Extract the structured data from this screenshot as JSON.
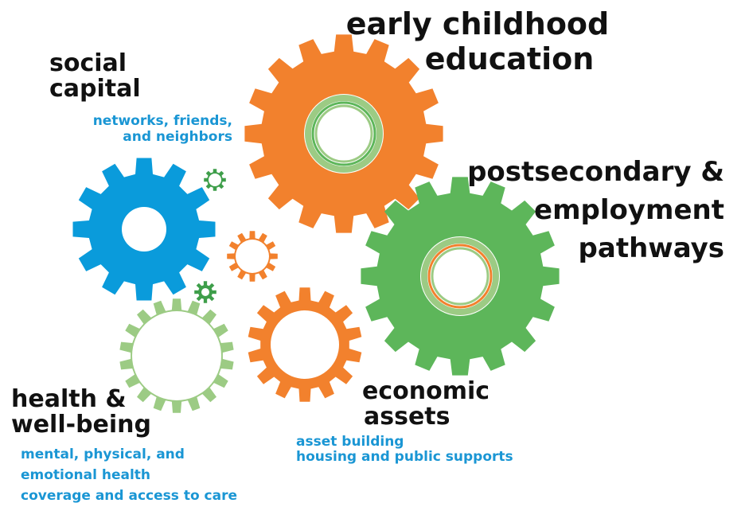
{
  "colors": {
    "orange": "#F2812D",
    "green": "#5DB65A",
    "light_green": "#9CCB84",
    "blue": "#0A9BDB",
    "dark_green": "#3E9E4A",
    "subtext_blue": "#1A96D4",
    "heading": "#111111"
  },
  "labels": {
    "early_childhood": {
      "lines": [
        "early childhood",
        "education"
      ]
    },
    "social_capital": {
      "lines": [
        "social",
        "capital"
      ],
      "sub": [
        "networks, friends,",
        "and neighbors"
      ]
    },
    "postsecondary": {
      "lines": [
        "postsecondary &",
        "employment",
        "pathways"
      ]
    },
    "economic_assets": {
      "lines": [
        "economic",
        "assets"
      ],
      "sub": [
        "asset building",
        "housing and public supports"
      ]
    },
    "health": {
      "lines": [
        "health &",
        "well-being"
      ],
      "sub": [
        "mental, physical, and",
        "emotional health",
        "coverage and access to care"
      ]
    }
  },
  "gears": [
    {
      "name": "early-childhood-gear-icon",
      "color": "orange",
      "style": "ringed"
    },
    {
      "name": "postsecondary-gear-icon",
      "color": "green",
      "style": "ringed"
    },
    {
      "name": "social-capital-gear-icon",
      "color": "blue",
      "style": "solid"
    },
    {
      "name": "economic-assets-gear-icon",
      "color": "orange",
      "style": "solid"
    },
    {
      "name": "health-gear-icon",
      "color": "light_green",
      "style": "outline"
    },
    {
      "name": "small-orange-gear-icon",
      "color": "orange",
      "style": "solid"
    },
    {
      "name": "tiny-green-outline-gear-icon",
      "color": "dark_green",
      "style": "outline"
    },
    {
      "name": "tiny-green-gear-icon",
      "color": "dark_green",
      "style": "solid"
    }
  ]
}
